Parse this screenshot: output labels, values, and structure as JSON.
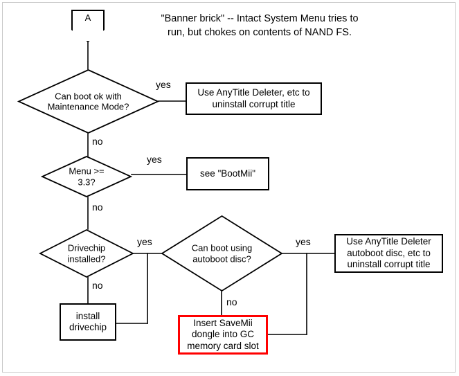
{
  "diagram": {
    "title": "\"Banner brick\" -- Intact System Menu tries to\nrun, but chokes on contents of NAND FS.",
    "connector_label": "A",
    "accent_color": "#ff0000",
    "line_color": "#000000",
    "background_color": "#ffffff"
  },
  "nodes": {
    "connector_a": {
      "label": "A",
      "type": "connector"
    },
    "decision_maintenance": {
      "label": "Can boot ok with\nMaintenance Mode?",
      "type": "decision"
    },
    "action_anytitle_deleter": {
      "label": "Use AnyTitle Deleter, etc to\nuninstall corrupt title",
      "type": "process"
    },
    "decision_menu_version": {
      "label": "Menu >=\n3.3?",
      "type": "decision"
    },
    "action_bootmii": {
      "label": "see \"BootMii\"",
      "type": "process"
    },
    "decision_drivechip": {
      "label": "Drivechip\ninstalled?",
      "type": "decision"
    },
    "decision_autoboot": {
      "label": "Can boot using\nautoboot disc?",
      "type": "decision"
    },
    "action_anytitle_autoboot": {
      "label": "Use AnyTitle Deleter\nautoboot disc, etc to\nuninstall corrupt title",
      "type": "process"
    },
    "action_install_drivechip": {
      "label": "install\ndrivechip",
      "type": "process"
    },
    "action_savemii": {
      "label": "Insert SaveMii\ndongle into GC\nmemory card slot",
      "type": "process",
      "highlighted": true
    }
  },
  "edge_labels": {
    "maintenance_yes": "yes",
    "maintenance_no": "no",
    "menu_yes": "yes",
    "menu_no": "no",
    "drivechip_yes": "yes",
    "drivechip_no": "no",
    "autoboot_yes": "yes",
    "autoboot_no": "no"
  }
}
